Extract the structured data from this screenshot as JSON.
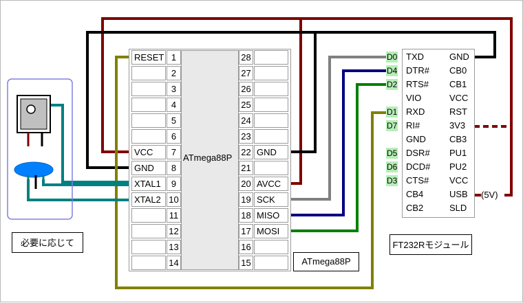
{
  "mcu": {
    "name": "ATmega88P",
    "caption": "ATmega88P",
    "left_pins": [
      {
        "num": "1",
        "label": "RESET"
      },
      {
        "num": "2",
        "label": ""
      },
      {
        "num": "3",
        "label": ""
      },
      {
        "num": "4",
        "label": ""
      },
      {
        "num": "5",
        "label": ""
      },
      {
        "num": "6",
        "label": ""
      },
      {
        "num": "7",
        "label": "VCC"
      },
      {
        "num": "8",
        "label": "GND"
      },
      {
        "num": "9",
        "label": "XTAL1"
      },
      {
        "num": "10",
        "label": "XTAL2"
      },
      {
        "num": "11",
        "label": ""
      },
      {
        "num": "12",
        "label": ""
      },
      {
        "num": "13",
        "label": ""
      },
      {
        "num": "14",
        "label": ""
      }
    ],
    "right_pins": [
      {
        "num": "28",
        "label": ""
      },
      {
        "num": "27",
        "label": ""
      },
      {
        "num": "26",
        "label": ""
      },
      {
        "num": "25",
        "label": ""
      },
      {
        "num": "24",
        "label": ""
      },
      {
        "num": "23",
        "label": ""
      },
      {
        "num": "22",
        "label": "GND"
      },
      {
        "num": "21",
        "label": ""
      },
      {
        "num": "20",
        "label": "AVCC"
      },
      {
        "num": "19",
        "label": "SCK"
      },
      {
        "num": "18",
        "label": "MISO"
      },
      {
        "num": "17",
        "label": "MOSI"
      },
      {
        "num": "16",
        "label": ""
      },
      {
        "num": "15",
        "label": ""
      }
    ]
  },
  "ft232r": {
    "caption": "FT232Rモジュール",
    "left_col": [
      "TXD",
      "DTR#",
      "RTS#",
      "VIO",
      "RXD",
      "RI#",
      "GND",
      "DSR#",
      "DCD#",
      "CTS#",
      "CB4",
      "CB2"
    ],
    "right_col": [
      "GND",
      "CB0",
      "CB1",
      "VCC",
      "RST",
      "3V3",
      "CB3",
      "PU1",
      "PU2",
      "VCC",
      "USB",
      "SLD"
    ],
    "usb_note": "(5V)",
    "green_tags": [
      {
        "row": 0,
        "text": "D0"
      },
      {
        "row": 1,
        "text": "D4"
      },
      {
        "row": 2,
        "text": "D2"
      },
      {
        "row": 4,
        "text": "D1"
      },
      {
        "row": 5,
        "text": "D7"
      },
      {
        "row": 7,
        "text": "D5"
      },
      {
        "row": 8,
        "text": "D6"
      },
      {
        "row": 9,
        "text": "D3"
      }
    ]
  },
  "crystal_group": {
    "caption": "必要に応じて"
  },
  "wire_colors": {
    "dark_red": "#800000",
    "black": "#000000",
    "gray": "#808080",
    "navy": "#000080",
    "green": "#008000",
    "olive": "#808000",
    "teal": "#008080",
    "group_border": "#8080e0",
    "tag_green": "#b6eeb6"
  }
}
